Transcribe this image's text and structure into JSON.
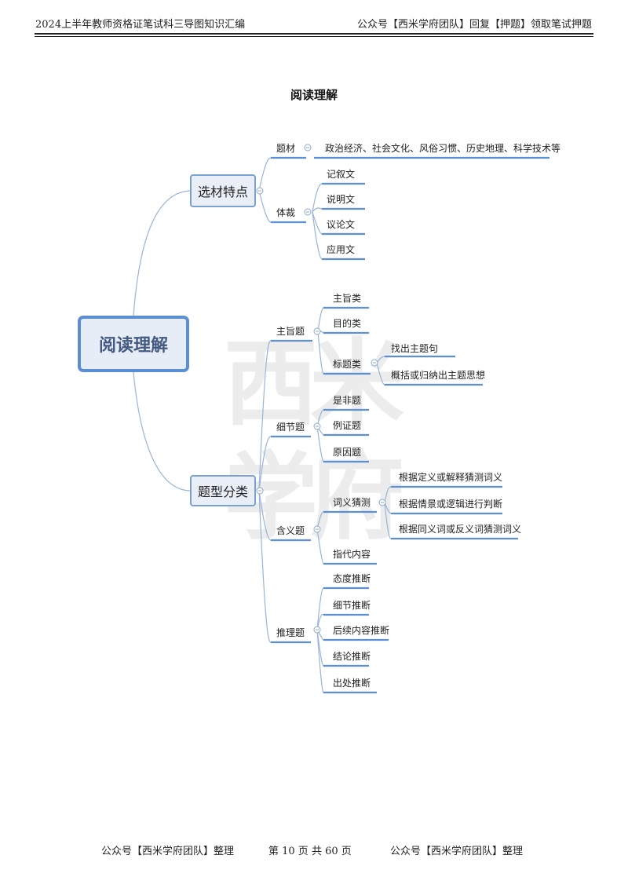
{
  "header": {
    "left": "2024上半年教师资格证笔试科三导图知识汇编",
    "right": "公众号【西米学府团队】回复【押题】领取笔试押题"
  },
  "page_title": "阅读理解",
  "watermark": [
    "西",
    "米",
    "学",
    "府"
  ],
  "mindmap": {
    "root": "阅读理解",
    "branches": [
      {
        "label": "选材特点",
        "children": [
          {
            "label": "题材",
            "children": [
              "政治经济、社会文化、风俗习惯、历史地理、科学技术等"
            ]
          },
          {
            "label": "体裁",
            "children": [
              "记叙文",
              "说明文",
              "议论文",
              "应用文"
            ]
          }
        ]
      },
      {
        "label": "题型分类",
        "children": [
          {
            "label": "主旨题",
            "children": [
              "主旨类",
              "目的类",
              "标题类"
            ],
            "sub": {
              "parent": "标题类",
              "children": [
                "找出主题句",
                "概括或归纳出主题思想"
              ]
            }
          },
          {
            "label": "细节题",
            "children": [
              "是非题",
              "例证题",
              "原因题"
            ]
          },
          {
            "label": "含义题",
            "children": [
              "词义猜测",
              "指代内容"
            ],
            "sub": {
              "parent": "词义猜测",
              "children": [
                "根据定义或解释猜测词义",
                "根据情景或逻辑进行判断",
                "根据同义词或反义词猜测词义"
              ]
            }
          },
          {
            "label": "推理题",
            "children": [
              "态度推断",
              "细节推断",
              "后续内容推断",
              "结论推断",
              "出处推断"
            ]
          }
        ]
      }
    ]
  },
  "footer": {
    "left": "公众号【西米学府团队】整理",
    "center": "第 10 页 共 60 页",
    "right": "公众号【西米学府团队】整理"
  },
  "colors": {
    "line": "#5b8fd6",
    "box_fill": "#e9eef7",
    "box_border": "#7aa2cf",
    "root_border": "#5b8ed2",
    "connector": "#9ab4d6"
  }
}
